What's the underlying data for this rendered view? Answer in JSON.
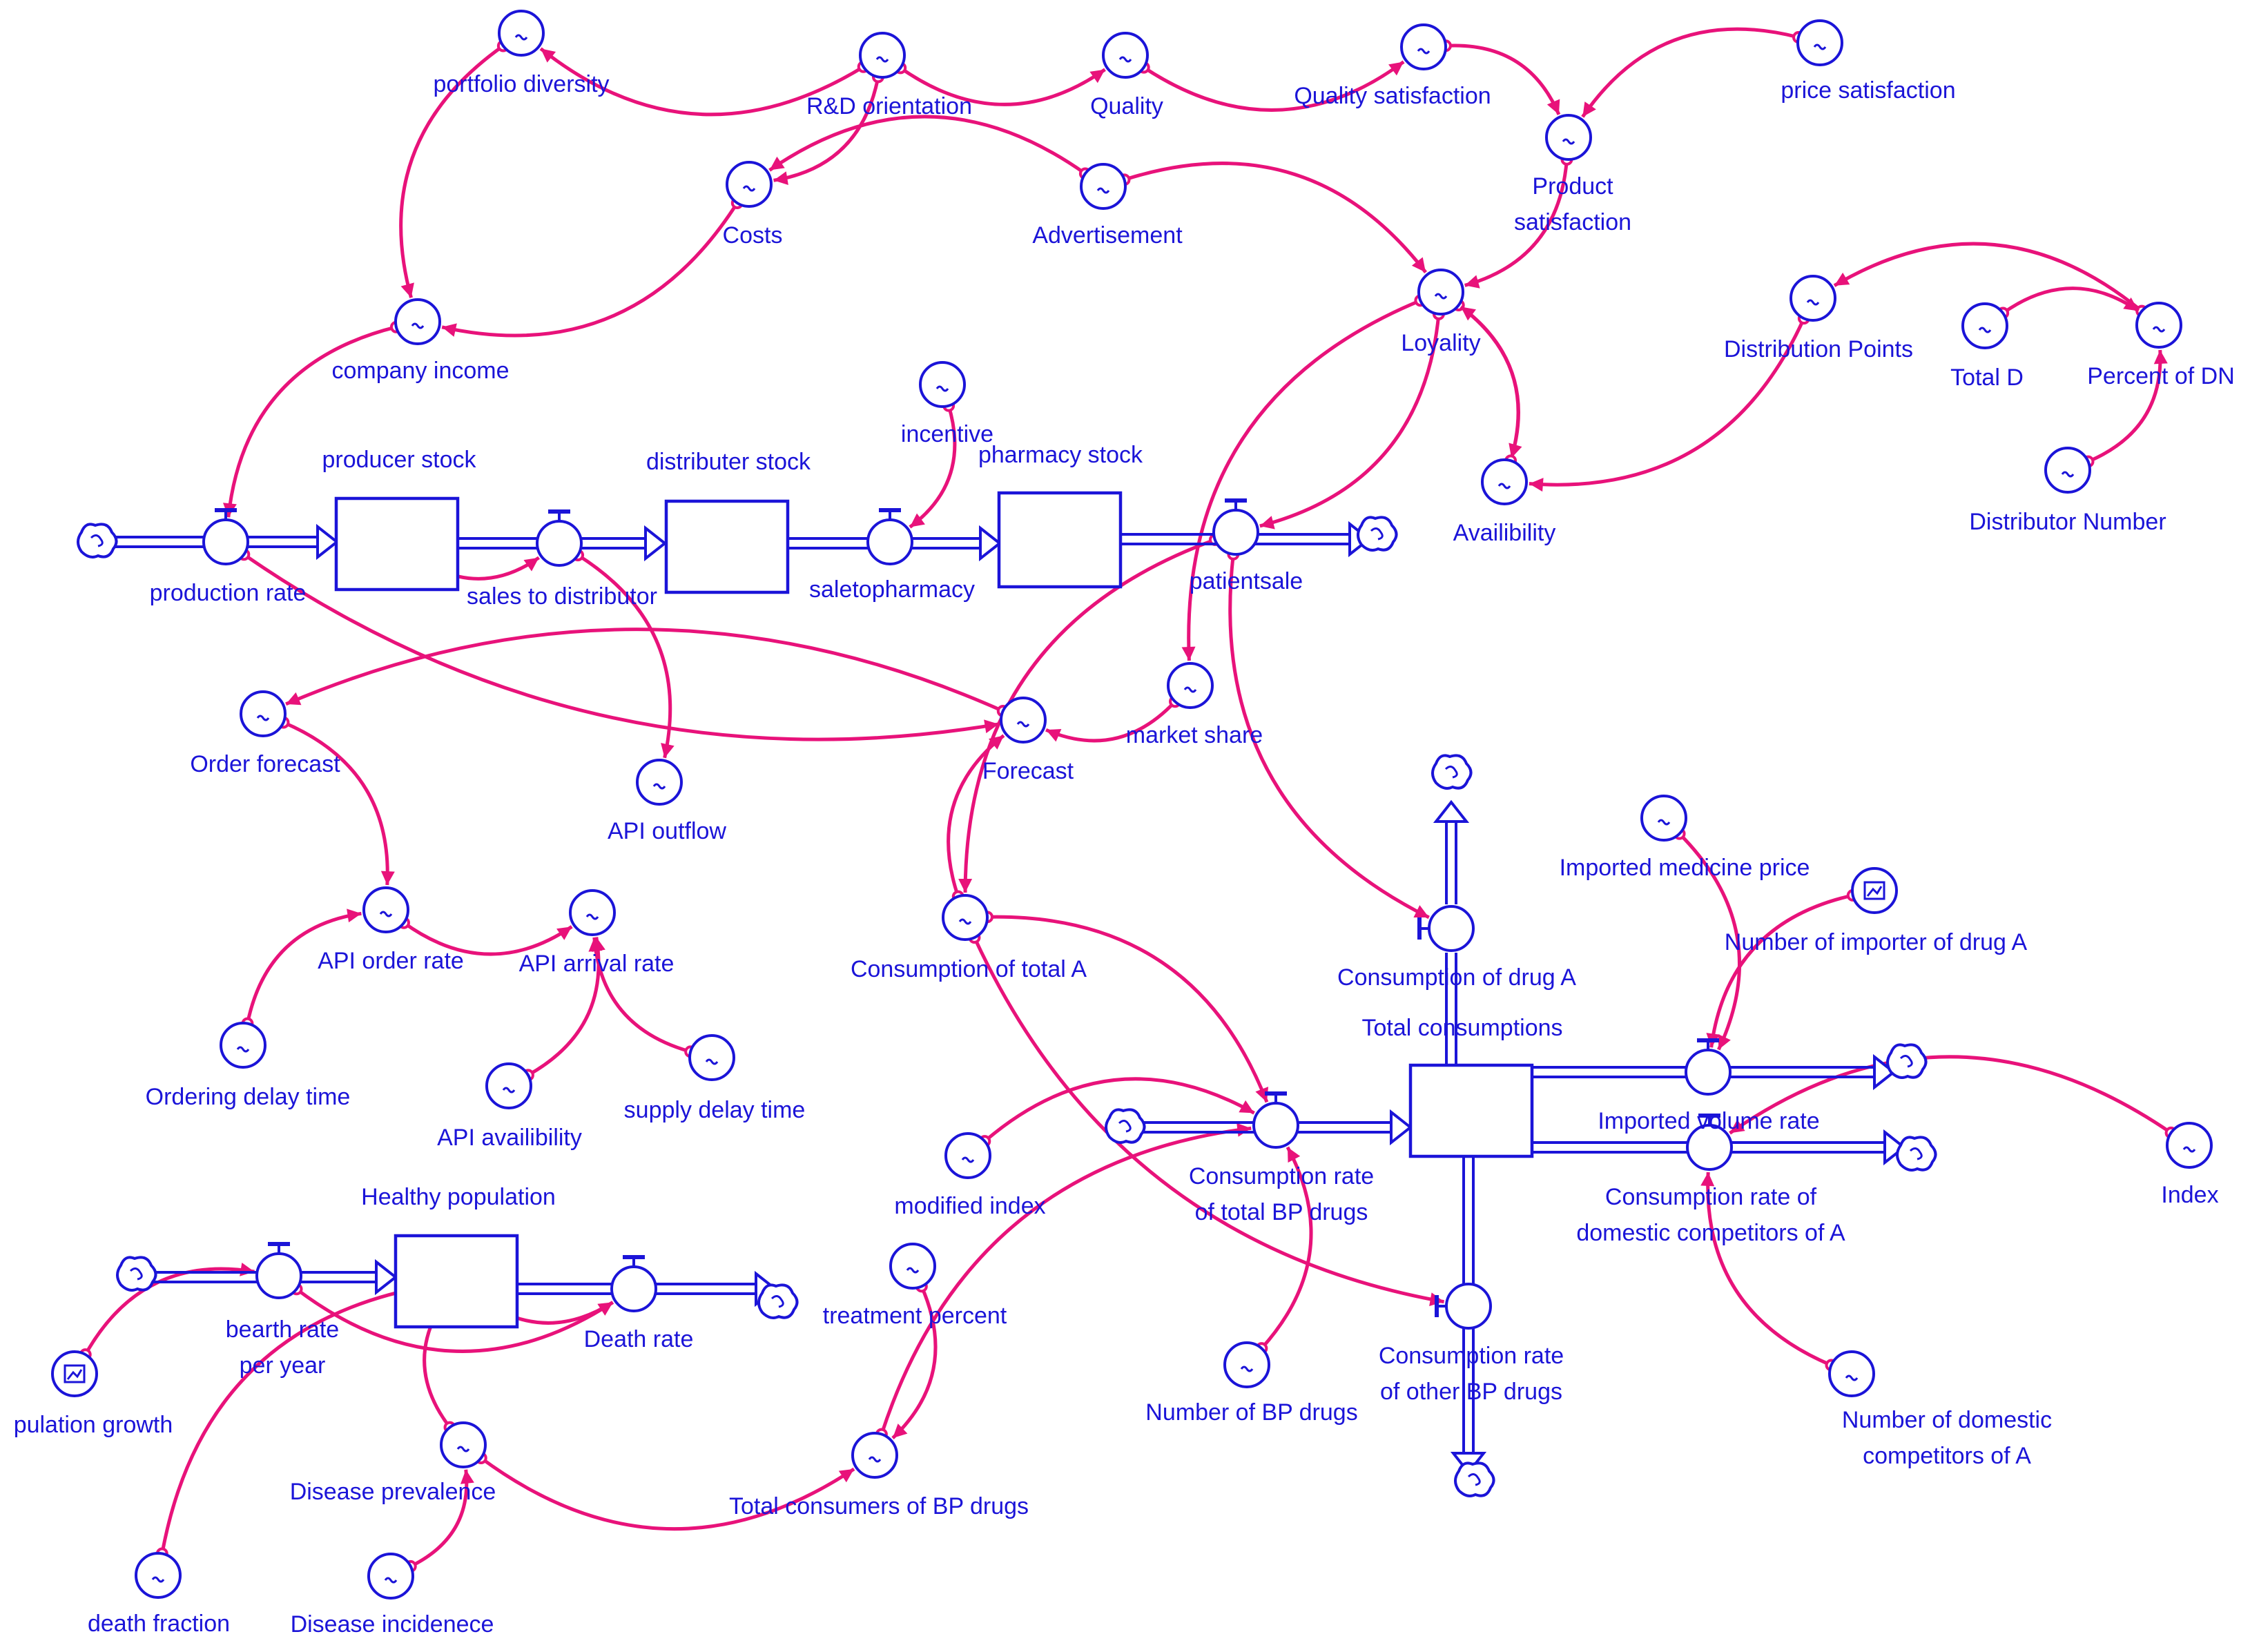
{
  "diagram": {
    "colors": {
      "node": "#1b14d8",
      "link": "#e8127a",
      "background": "#ffffff"
    },
    "variables": [
      {
        "id": "portfolio_diversity",
        "label": "portfolio diversity"
      },
      {
        "id": "rd_orientation",
        "label": "R&D orientation"
      },
      {
        "id": "quality",
        "label": "Quality"
      },
      {
        "id": "quality_satisfaction",
        "label": "Quality satisfaction"
      },
      {
        "id": "price_satisfaction",
        "label": "price satisfaction"
      },
      {
        "id": "costs",
        "label": "Costs"
      },
      {
        "id": "advertisement",
        "label": "Advertisement"
      },
      {
        "id": "product_satisfaction",
        "label": "Product\nsatisfaction"
      },
      {
        "id": "company_income",
        "label": "company income"
      },
      {
        "id": "loyality",
        "label": "Loyality"
      },
      {
        "id": "distribution_points",
        "label": "Distribution Points"
      },
      {
        "id": "total_d",
        "label": "Total D"
      },
      {
        "id": "percent_of_dn",
        "label": "Percent of DN"
      },
      {
        "id": "incentive",
        "label": "incentive"
      },
      {
        "id": "availibility",
        "label": "Availibility"
      },
      {
        "id": "distributor_number",
        "label": "Distributor Number"
      },
      {
        "id": "production_rate",
        "label": "production rate"
      },
      {
        "id": "sales_to_distributor",
        "label": "sales to distributor"
      },
      {
        "id": "saletopharmacy",
        "label": "saletopharmacy"
      },
      {
        "id": "patientsale",
        "label": "patientsale"
      },
      {
        "id": "order_forecast",
        "label": "Order forecast"
      },
      {
        "id": "forecast",
        "label": "Forecast"
      },
      {
        "id": "market_share",
        "label": "market share"
      },
      {
        "id": "api_outflow",
        "label": "API outflow"
      },
      {
        "id": "api_order_rate",
        "label": "API order rate"
      },
      {
        "id": "api_arrival_rate",
        "label": "API arrival rate"
      },
      {
        "id": "consumption_of_total_a",
        "label": "Consumption of total A"
      },
      {
        "id": "consumption_of_drug_a",
        "label": "Consumption of drug A"
      },
      {
        "id": "imported_medicine_price",
        "label": "Imported medicine price"
      },
      {
        "id": "number_of_importer",
        "label": "Number of importer of drug A"
      },
      {
        "id": "ordering_delay_time",
        "label": "Ordering delay time"
      },
      {
        "id": "supply_delay_time",
        "label": "supply delay time"
      },
      {
        "id": "api_availibility",
        "label": "API availibility"
      },
      {
        "id": "imported_volume_rate",
        "label": "Imported volume rate"
      },
      {
        "id": "consumption_rate_total_bp",
        "label": "Consumption rate\nof total BP drugs"
      },
      {
        "id": "consumption_rate_domestic",
        "label": "Consumption rate of\ndomestic competitors of A"
      },
      {
        "id": "index",
        "label": "Index"
      },
      {
        "id": "modified_index",
        "label": "modified index"
      },
      {
        "id": "bearth_rate",
        "label": "bearth rate\nper year"
      },
      {
        "id": "death_rate",
        "label": "Death rate"
      },
      {
        "id": "treatment_percent",
        "label": "treatment percent"
      },
      {
        "id": "population_growth",
        "label": "pulation growth"
      },
      {
        "id": "consumption_rate_other_bp",
        "label": "Consumption rate\nof other BP drugs"
      },
      {
        "id": "number_of_bp_drugs",
        "label": "Number of BP drugs"
      },
      {
        "id": "number_of_domestic",
        "label": "Number of domestic\ncompetitors of A"
      },
      {
        "id": "disease_prevalence",
        "label": "Disease prevalence"
      },
      {
        "id": "total_consumers_bp",
        "label": "Total consumers of BP drugs"
      },
      {
        "id": "death_fraction",
        "label": "death fraction"
      },
      {
        "id": "disease_incidence",
        "label": "Disease incidenece"
      }
    ],
    "stocks": [
      {
        "id": "producer_stock",
        "label": "producer stock"
      },
      {
        "id": "distributer_stock",
        "label": "distributer stock"
      },
      {
        "id": "pharmacy_stock",
        "label": "pharmacy stock"
      },
      {
        "id": "total_consumptions",
        "label": "Total consumptions"
      },
      {
        "id": "healthy_population",
        "label": "Healthy population"
      }
    ],
    "links": [
      [
        "rd_orientation",
        "portfolio_diversity"
      ],
      [
        "rd_orientation",
        "quality"
      ],
      [
        "rd_orientation",
        "costs"
      ],
      [
        "quality",
        "quality_satisfaction"
      ],
      [
        "quality_satisfaction",
        "product_satisfaction"
      ],
      [
        "price_satisfaction",
        "product_satisfaction"
      ],
      [
        "product_satisfaction",
        "loyality"
      ],
      [
        "portfolio_diversity",
        "company_income"
      ],
      [
        "costs",
        "company_income"
      ],
      [
        "advertisement",
        "costs"
      ],
      [
        "advertisement",
        "loyality"
      ],
      [
        "company_income",
        "production_rate"
      ],
      [
        "loyality",
        "availibility"
      ],
      [
        "availibility",
        "loyality"
      ],
      [
        "distribution_points",
        "availibility"
      ],
      [
        "percent_of_dn",
        "distribution_points"
      ],
      [
        "total_d",
        "percent_of_dn"
      ],
      [
        "distributor_number",
        "percent_of_dn"
      ],
      [
        "incentive",
        "saletopharmacy"
      ],
      [
        "producer_stock",
        "sales_to_distributor"
      ],
      [
        "loyality",
        "patientsale"
      ],
      [
        "loyality",
        "market_share"
      ],
      [
        "market_share",
        "forecast"
      ],
      [
        "production_rate",
        "forecast"
      ],
      [
        "sales_to_distributor",
        "api_outflow"
      ],
      [
        "forecast",
        "order_forecast"
      ],
      [
        "order_forecast",
        "api_order_rate"
      ],
      [
        "api_order_rate",
        "api_arrival_rate"
      ],
      [
        "ordering_delay_time",
        "api_order_rate"
      ],
      [
        "api_availibility",
        "api_arrival_rate"
      ],
      [
        "supply_delay_time",
        "api_arrival_rate"
      ],
      [
        "patientsale",
        "consumption_of_total_a"
      ],
      [
        "consumption_of_total_a",
        "forecast"
      ],
      [
        "patientsale",
        "consumption_of_drug_a"
      ],
      [
        "consumption_of_total_a",
        "consumption_rate_total_bp"
      ],
      [
        "consumption_of_total_a",
        "consumption_rate_other_bp"
      ],
      [
        "imported_medicine_price",
        "imported_volume_rate"
      ],
      [
        "number_of_importer",
        "imported_volume_rate"
      ],
      [
        "modified_index",
        "consumption_rate_total_bp"
      ],
      [
        "index",
        "consumption_rate_domestic"
      ],
      [
        "number_of_domestic",
        "consumption_rate_domestic"
      ],
      [
        "number_of_bp_drugs",
        "consumption_rate_total_bp"
      ],
      [
        "treatment_percent",
        "total_consumers_bp"
      ],
      [
        "disease_prevalence",
        "total_consumers_bp"
      ],
      [
        "total_consumers_bp",
        "consumption_rate_total_bp"
      ],
      [
        "bearth_rate",
        "death_rate"
      ],
      [
        "population_growth",
        "bearth_rate"
      ],
      [
        "healthy_population",
        "death_rate"
      ],
      [
        "death_fraction",
        "healthy_population"
      ],
      [
        "disease_incidence",
        "disease_prevalence"
      ],
      [
        "disease_prevalence",
        "healthy_population"
      ]
    ]
  }
}
